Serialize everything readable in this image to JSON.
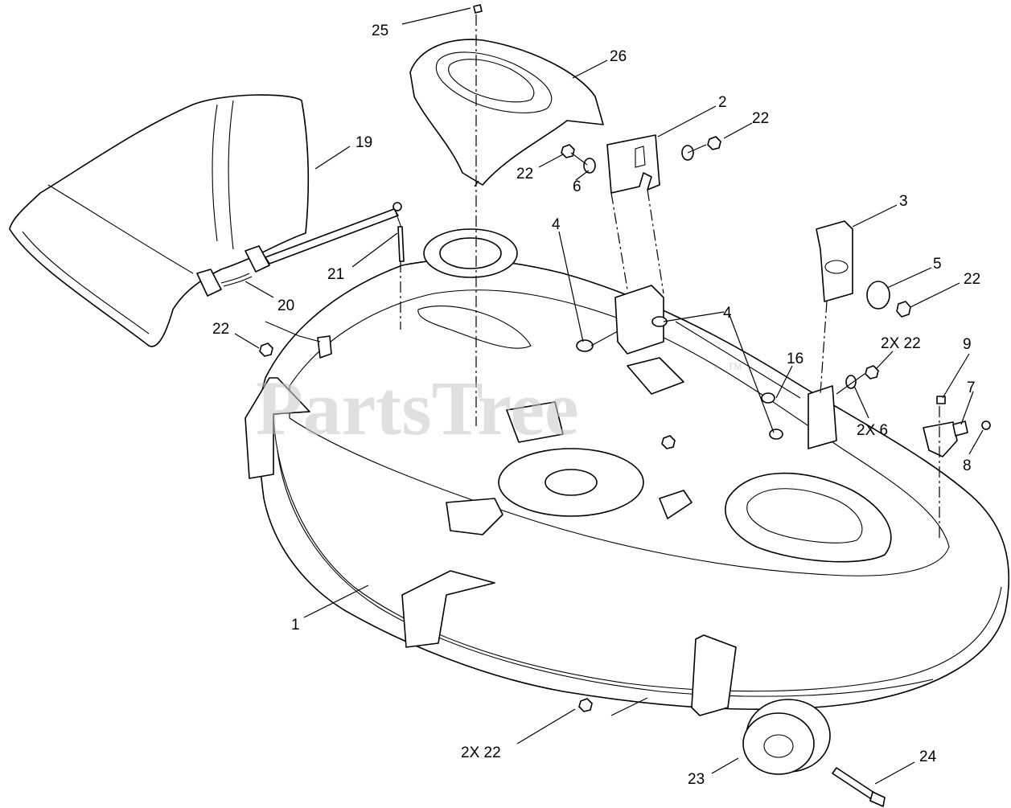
{
  "watermark": {
    "text": "PartsTree",
    "mark": "TM"
  },
  "callouts": [
    {
      "id": "c25",
      "text": "25"
    },
    {
      "id": "c26",
      "text": "26"
    },
    {
      "id": "c19",
      "text": "19"
    },
    {
      "id": "c2",
      "text": "2"
    },
    {
      "id": "c22a",
      "text": "22"
    },
    {
      "id": "c22b",
      "text": "22"
    },
    {
      "id": "c6a",
      "text": "6"
    },
    {
      "id": "c3",
      "text": "3"
    },
    {
      "id": "c4a",
      "text": "4"
    },
    {
      "id": "c5",
      "text": "5"
    },
    {
      "id": "c22c",
      "text": "22"
    },
    {
      "id": "c21",
      "text": "21"
    },
    {
      "id": "c20",
      "text": "20"
    },
    {
      "id": "c22d",
      "text": "22"
    },
    {
      "id": "c4b",
      "text": "4"
    },
    {
      "id": "c2x22a",
      "text": "2X 22"
    },
    {
      "id": "c16",
      "text": "16"
    },
    {
      "id": "c9",
      "text": "9"
    },
    {
      "id": "c7",
      "text": "7"
    },
    {
      "id": "c2x6",
      "text": "2X 6"
    },
    {
      "id": "c8",
      "text": "8"
    },
    {
      "id": "c1",
      "text": "1"
    },
    {
      "id": "c2x22b",
      "text": "2X 22"
    },
    {
      "id": "c24",
      "text": "24"
    },
    {
      "id": "c23",
      "text": "23"
    }
  ]
}
